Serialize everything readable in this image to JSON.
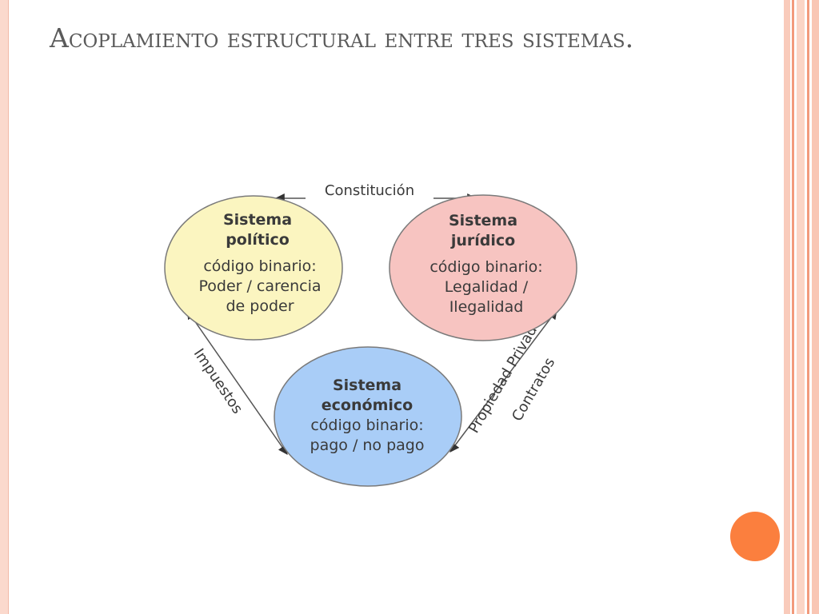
{
  "slide": {
    "title": "Acoplamiento estructural entre tres sistemas.",
    "colors": {
      "accent": "#fb7f3e",
      "political": "#fbf5c0",
      "juridical": "#f7c4c1",
      "economic": "#a9cdf7"
    }
  },
  "diagram": {
    "nodes": {
      "political": {
        "name_line1": "Sistema",
        "name_line2": "político",
        "code_line1": "código binario:",
        "code_line2": "Poder / carencia",
        "code_line3": "de poder"
      },
      "juridical": {
        "name_line1": "Sistema",
        "name_line2": "jurídico",
        "code_line1": "código binario:",
        "code_line2": "Legalidad /",
        "code_line3": "Ilegalidad"
      },
      "economic": {
        "name_line1": "Sistema",
        "name_line2": "económico",
        "code_line1": "código binario:",
        "code_line2": "pago / no pago"
      }
    },
    "edges": {
      "political_juridical": "Constitución",
      "political_economic": "Impuestos",
      "juridical_economic_line1": "Propiedad Privada,",
      "juridical_economic_line2": "Contratos"
    }
  }
}
